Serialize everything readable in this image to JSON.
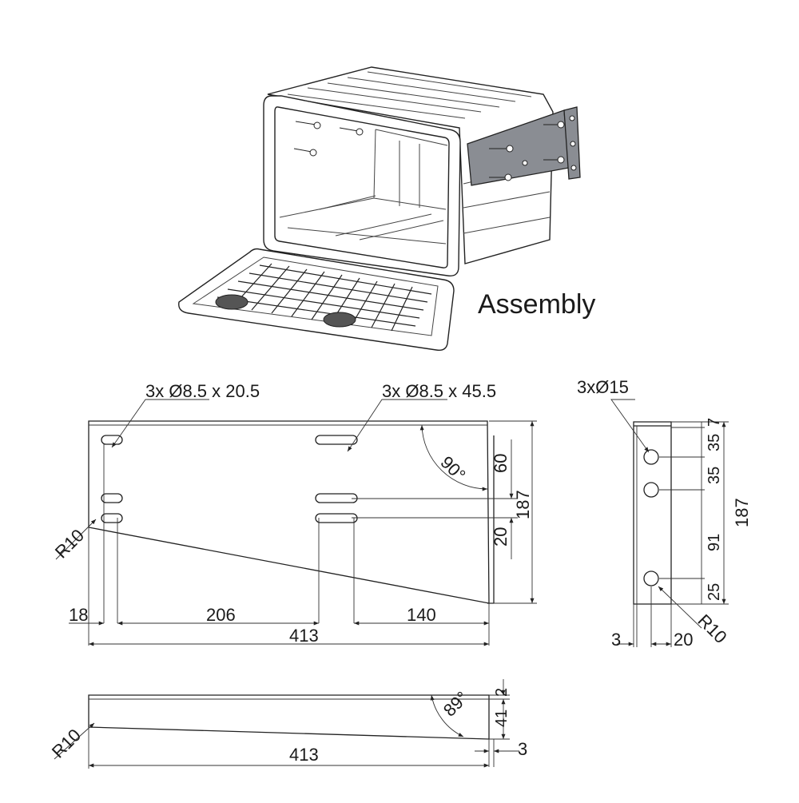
{
  "assembly_label": "Assembly",
  "front_view": {
    "callout_slots_short": "3x Ø8.5 x 20.5",
    "callout_slots_long": "3x  Ø8.5 x 45.5",
    "angle": "90°",
    "radius": "R10",
    "dim_60": "60",
    "dim_20": "20",
    "dim_187": "187",
    "dim_18": "18",
    "dim_206": "206",
    "dim_140": "140",
    "dim_413": "413"
  },
  "side_view": {
    "callout_holes": "3xØ15",
    "dim_7": "7",
    "dim_35a": "35",
    "dim_35b": "35",
    "dim_91": "91",
    "dim_25": "25",
    "dim_187": "187",
    "dim_3": "3",
    "dim_20": "20",
    "radius": "R10"
  },
  "bottom_view": {
    "angle": "89°",
    "dim_2": "2",
    "dim_41": "41",
    "dim_3": "3",
    "radius": "R10",
    "dim_413": "413"
  }
}
